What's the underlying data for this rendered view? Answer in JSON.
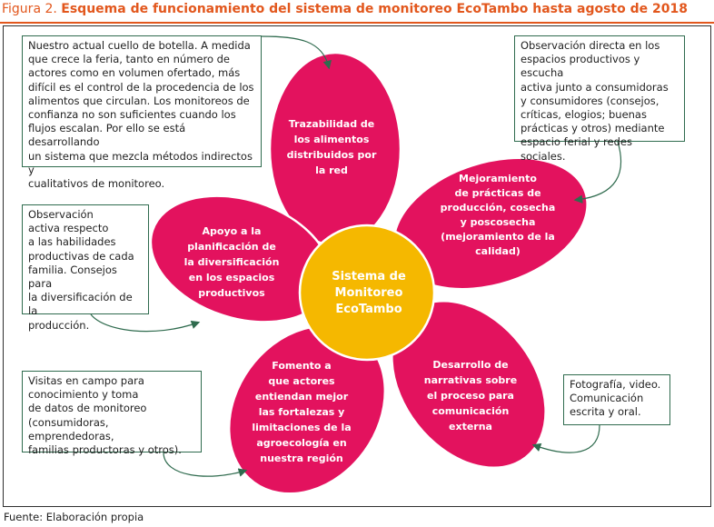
{
  "figure": {
    "label": "Figura 2.",
    "title": "Esquema de funcionamiento del sistema de monitoreo EcoTambo hasta agosto de 2018"
  },
  "colors": {
    "accent": "#e2571d",
    "petal": "#e3125e",
    "center": "#f5b800",
    "box_border": "#2f6b4e",
    "arrow": "#2f6b4e"
  },
  "center": {
    "lines": [
      "Sistema de",
      "Monitoreo",
      "EcoTambo"
    ]
  },
  "petals": [
    {
      "id": "trazabilidad",
      "lines": [
        "Trazabilidad de",
        "los alimentos",
        "distribuidos por",
        "la red"
      ]
    },
    {
      "id": "mejoramiento",
      "lines": [
        "Mejoramiento",
        "de prácticas de",
        "producción, cosecha",
        "y poscosecha",
        "(mejoramiento de la",
        "calidad)"
      ]
    },
    {
      "id": "narrativas",
      "lines": [
        "Desarrollo de",
        "narrativas sobre",
        "el proceso para",
        "comunicación",
        "externa"
      ]
    },
    {
      "id": "fomento",
      "lines": [
        "Fomento a",
        "que actores",
        "entiendan mejor",
        "las fortalezas y",
        "limitaciones de la",
        "agroecología en",
        "nuestra región"
      ]
    },
    {
      "id": "apoyo",
      "lines": [
        "Apoyo a la",
        "planificación de",
        "la diversificación",
        "en los espacios",
        "productivos"
      ]
    }
  ],
  "boxes": {
    "cuello": "Nuestro actual cuello de botella. A medida\nque crece la feria, tanto en número de\nactores como en volumen ofertado, más\ndifícil es el control de la procedencia de los\nalimentos que circulan. Los monitoreos de\nconfianza no son suficientes cuando los\nflujos escalan. Por ello se está desarrollando\nun sistema que mezcla métodos indirectos y\ncualitativos de monitoreo.",
    "observacion_directa": "Observación directa en los\nespacios productivos y escucha\nactiva junto a consumidoras\ny consumidores (consejos,\ncríticas, elogios; buenas\nprácticas y otros) mediante\nespacio ferial y redes sociales.",
    "observacion_activa": "Observación\nactiva respecto\na las habilidades\nproductivas de cada\nfamilia. Consejos para\nla  diversificación de la\nproducción.",
    "visitas": "Visitas en campo para\nconocimiento y toma\nde datos de monitoreo\n(consumidoras, emprendedoras,\nfamilias productoras y otros).",
    "fotografia": "Fotografía, video.\nComunicación\nescrita y oral."
  },
  "source": "Fuente: Elaboración propia"
}
